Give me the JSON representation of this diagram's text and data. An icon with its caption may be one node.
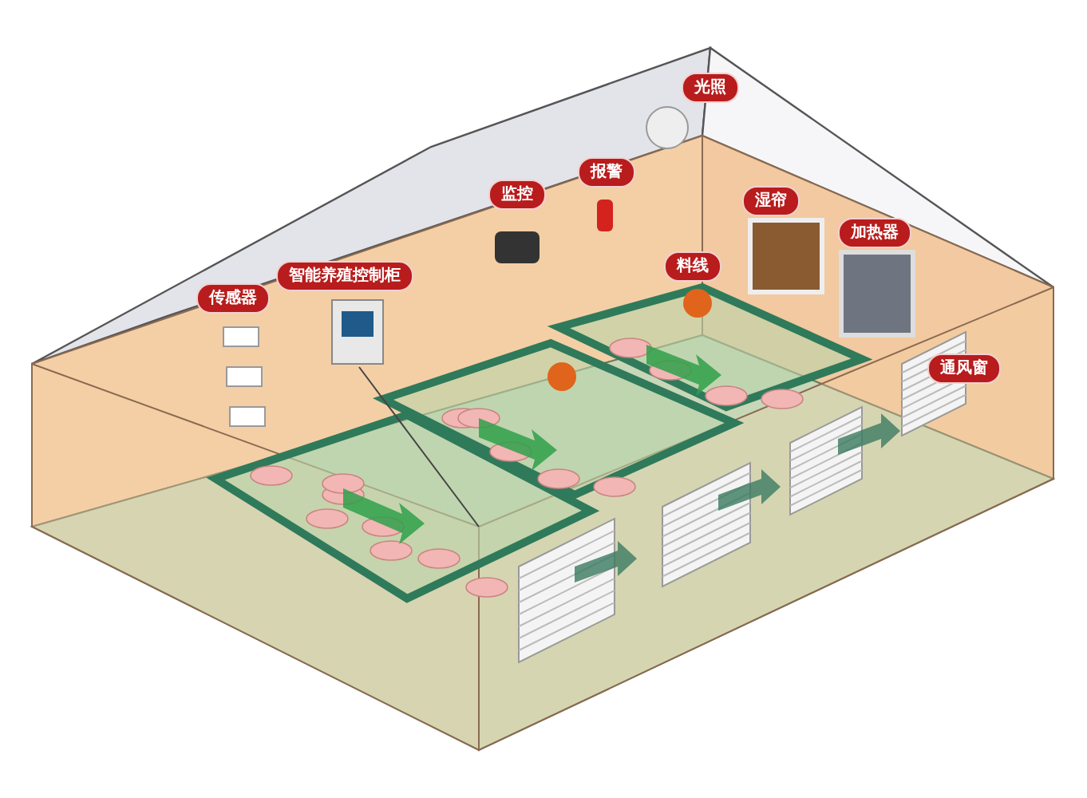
{
  "diagram": {
    "nodes": [
      {
        "text": [
          "光照"
        ]
      },
      {
        "text": [
          "报警"
        ]
      },
      {
        "text": [
          "监控"
        ]
      },
      {
        "text": [
          "湿帘"
        ]
      },
      {
        "text": [
          "加热器"
        ]
      },
      {
        "text": [
          "料线"
        ]
      },
      {
        "text": [
          "智能养殖控制柜"
        ]
      },
      {
        "text": [
          "传感器"
        ]
      },
      {
        "text": [
          "通风窗"
        ]
      }
    ]
  }
}
